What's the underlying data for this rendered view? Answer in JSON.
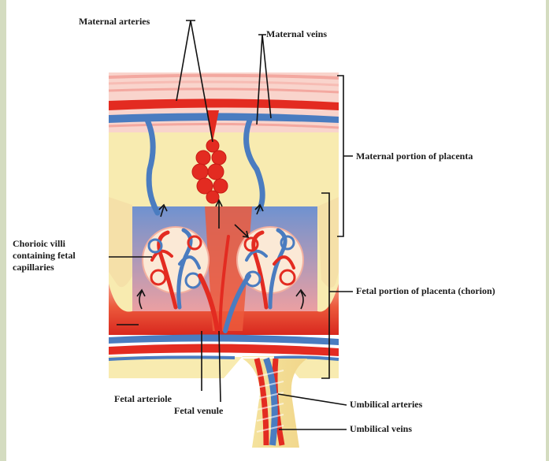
{
  "labels": {
    "maternal_arteries": "Maternal arteries",
    "maternal_veins": "Maternal veins",
    "maternal_portion": "Maternal portion of placenta",
    "chorionic_villi_line1": "Chorioic villi",
    "chorionic_villi_line2": "containing fetal",
    "chorionic_villi_line3": "capillaries",
    "fetal_portion": "Fetal portion of placenta (chorion)",
    "fetal_arteriole": "Fetal arteriole",
    "fetal_venule": "Fetal venule",
    "umbilical_arteries": "Umbilical arteries",
    "umbilical_veins": "Umbilical veins"
  },
  "colors": {
    "artery_red": "#e32b21",
    "vein_blue": "#4a7cc0",
    "tissue_yellow": "#f8ebb0",
    "decidua_pink": "#f6c6c0",
    "chorion_red": "#e8442c",
    "frame_green": "#d4dcc0"
  }
}
